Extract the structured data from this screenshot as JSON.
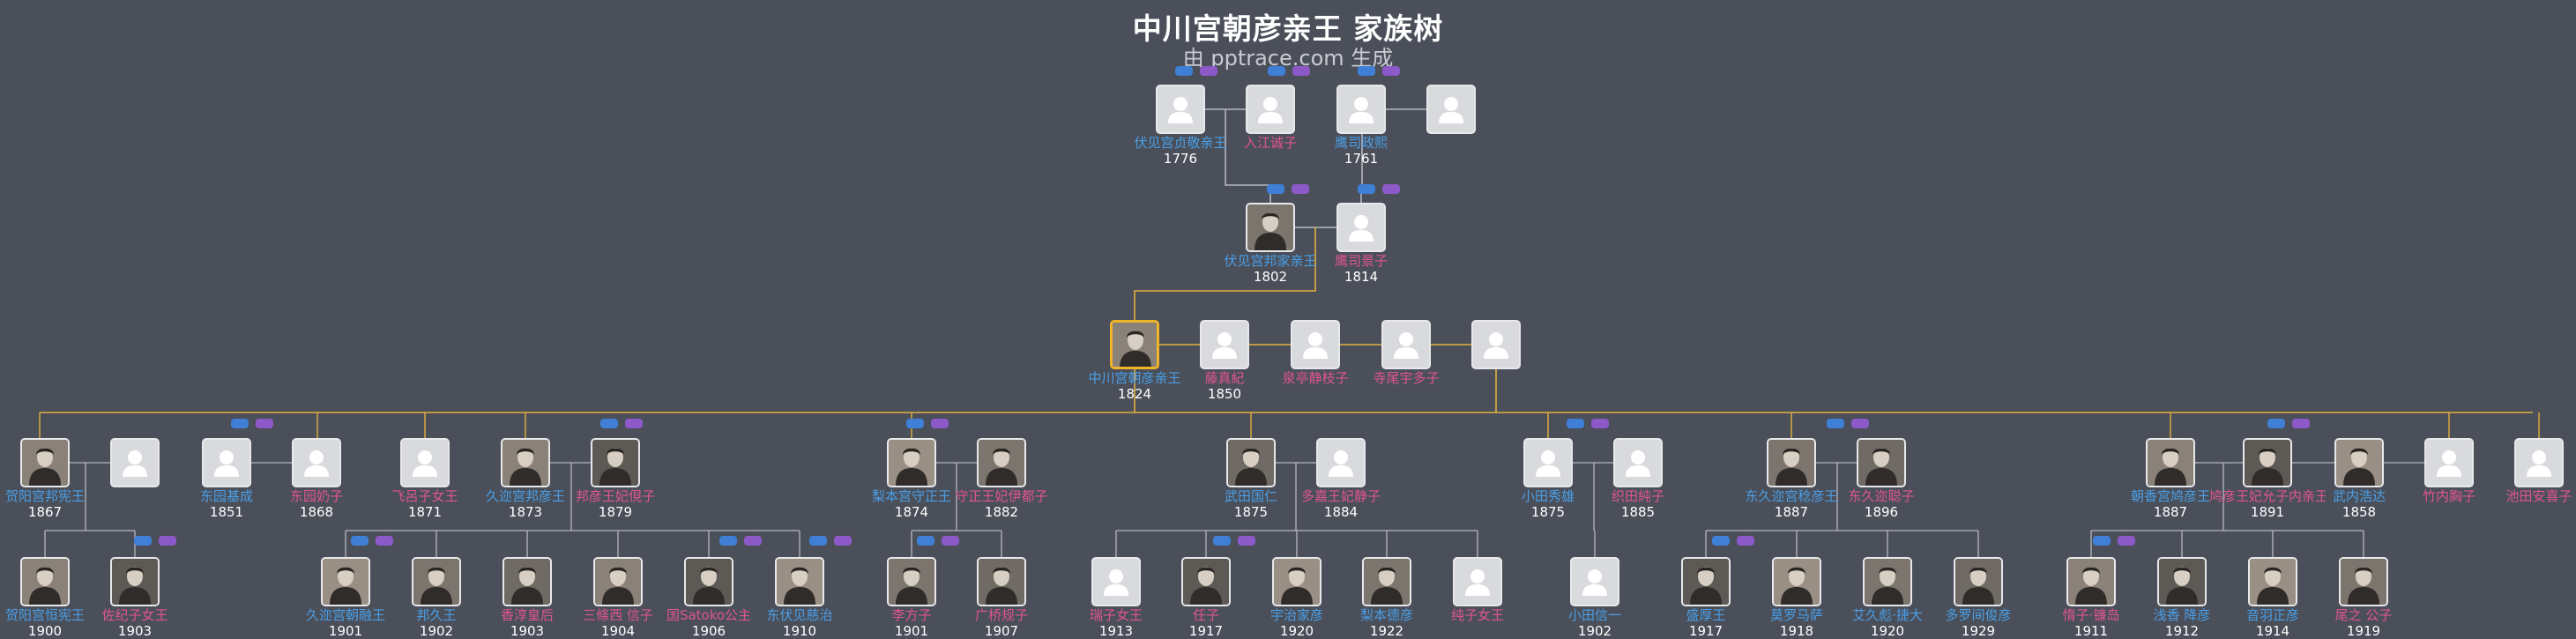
{
  "title": "中川宫朝彦亲王 家族树",
  "subtitle": "由 pptrace.com 生成",
  "colors": {
    "background": "#4a4f59",
    "male": "#4a9fe8",
    "female": "#e0558f",
    "line": "#e3b041",
    "focus_border": "#f0b429"
  },
  "people": [
    {
      "id": "p01",
      "name": "伏见宫贞敬亲王",
      "year": "1776",
      "sex": "m",
      "photo": false
    },
    {
      "id": "p02",
      "name": "入江诚子",
      "year": "",
      "sex": "f",
      "photo": false
    },
    {
      "id": "p03",
      "name": "鹰司政熙",
      "year": "1761",
      "sex": "m",
      "photo": false
    },
    {
      "id": "p04",
      "name": "",
      "year": "",
      "sex": "f",
      "photo": false
    },
    {
      "id": "p05",
      "name": "伏见宫邦家亲王",
      "year": "1802",
      "sex": "m",
      "photo": true
    },
    {
      "id": "p06",
      "name": "鹰司景子",
      "year": "1814",
      "sex": "f",
      "photo": false
    },
    {
      "id": "p07",
      "name": "中川宫朝彦亲王",
      "year": "1824",
      "sex": "m",
      "photo": true,
      "focus": true
    },
    {
      "id": "p08",
      "name": "藤真紀",
      "year": "1850",
      "sex": "f",
      "photo": false
    },
    {
      "id": "p09",
      "name": "泉亭静枝子",
      "year": "",
      "sex": "f",
      "photo": false
    },
    {
      "id": "p10",
      "name": "寺尾宇多子",
      "year": "",
      "sex": "f",
      "photo": false
    },
    {
      "id": "p11",
      "name": "",
      "year": "",
      "sex": "f",
      "photo": false
    },
    {
      "id": "p12",
      "name": "贺阳宫邦宪王",
      "year": "1867",
      "sex": "m",
      "photo": true
    },
    {
      "id": "p13",
      "name": "",
      "year": "",
      "sex": "f",
      "photo": false
    },
    {
      "id": "p14",
      "name": "东园基成",
      "year": "1851",
      "sex": "m",
      "photo": false
    },
    {
      "id": "p15",
      "name": "东园奶子",
      "year": "1868",
      "sex": "f",
      "photo": false
    },
    {
      "id": "p16",
      "name": "飞呂子女王",
      "year": "1871",
      "sex": "f",
      "photo": false
    },
    {
      "id": "p17",
      "name": "久迩宫邦彦王",
      "year": "1873",
      "sex": "m",
      "photo": true
    },
    {
      "id": "p18",
      "name": "邦彦王妃俔子",
      "year": "1879",
      "sex": "f",
      "photo": true
    },
    {
      "id": "p19",
      "name": "梨本宫守正王",
      "year": "1874",
      "sex": "m",
      "photo": true
    },
    {
      "id": "p20",
      "name": "守正王妃伊都子",
      "year": "1882",
      "sex": "f",
      "photo": true
    },
    {
      "id": "p21",
      "name": "武田国仁",
      "year": "1875",
      "sex": "m",
      "photo": true
    },
    {
      "id": "p22",
      "name": "多嘉王妃静子",
      "year": "1884",
      "sex": "f",
      "photo": false
    },
    {
      "id": "p23",
      "name": "小田秀雄",
      "year": "1875",
      "sex": "m",
      "photo": false
    },
    {
      "id": "p24",
      "name": "织田純子",
      "year": "1885",
      "sex": "f",
      "photo": false
    },
    {
      "id": "p25",
      "name": "东久迩宫稔彦王",
      "year": "1887",
      "sex": "m",
      "photo": true
    },
    {
      "id": "p26",
      "name": "东久迩聪子",
      "year": "1896",
      "sex": "f",
      "photo": true
    },
    {
      "id": "p27",
      "name": "朝香宫鸠彦王",
      "year": "1887",
      "sex": "m",
      "photo": true
    },
    {
      "id": "p28",
      "name": "鸠彦王妃允子内亲王",
      "year": "1891",
      "sex": "f",
      "photo": true
    },
    {
      "id": "p29",
      "name": "武内浩达",
      "year": "1858",
      "sex": "m",
      "photo": true
    },
    {
      "id": "p30",
      "name": "竹内胸子",
      "year": "",
      "sex": "f",
      "photo": false
    },
    {
      "id": "p31",
      "name": "池田安喜子",
      "year": "",
      "sex": "f",
      "photo": false
    },
    {
      "id": "p32",
      "name": "贺阳宫恒宪王",
      "year": "1900",
      "sex": "m",
      "photo": true
    },
    {
      "id": "p33",
      "name": "佐纪子女王",
      "year": "1903",
      "sex": "f",
      "photo": true
    },
    {
      "id": "p34",
      "name": "久迩宫朝融王",
      "year": "1901",
      "sex": "m",
      "photo": true
    },
    {
      "id": "p35",
      "name": "邦久王",
      "year": "1902",
      "sex": "m",
      "photo": true
    },
    {
      "id": "p36",
      "name": "香淳皇后",
      "year": "1903",
      "sex": "f",
      "photo": true
    },
    {
      "id": "p37",
      "name": "三條西 信子",
      "year": "1904",
      "sex": "f",
      "photo": true
    },
    {
      "id": "p38",
      "name": "国Satoko公主",
      "year": "1906",
      "sex": "f",
      "photo": true
    },
    {
      "id": "p39",
      "name": "东伏见慈治",
      "year": "1910",
      "sex": "m",
      "photo": true
    },
    {
      "id": "p40",
      "name": "李方子",
      "year": "1901",
      "sex": "f",
      "photo": true
    },
    {
      "id": "p41",
      "name": "广桥规子",
      "year": "1907",
      "sex": "f",
      "photo": true
    },
    {
      "id": "p42",
      "name": "瑞子女王",
      "year": "1913",
      "sex": "f",
      "photo": false
    },
    {
      "id": "p43",
      "name": "任子",
      "year": "1917",
      "sex": "f",
      "photo": true
    },
    {
      "id": "p44",
      "name": "宇治家彦",
      "year": "1920",
      "sex": "m",
      "photo": true
    },
    {
      "id": "p45",
      "name": "梨本德彦",
      "year": "1922",
      "sex": "m",
      "photo": true
    },
    {
      "id": "p46",
      "name": "纯子女王",
      "year": "",
      "sex": "f",
      "photo": false
    },
    {
      "id": "p47",
      "name": "小田信一",
      "year": "1902",
      "sex": "m",
      "photo": false
    },
    {
      "id": "p48",
      "name": "盛厚王",
      "year": "1917",
      "sex": "m",
      "photo": true
    },
    {
      "id": "p49",
      "name": "莫罗马萨",
      "year": "1918",
      "sex": "m",
      "photo": true
    },
    {
      "id": "p50",
      "name": "艾久彪·捷大",
      "year": "1920",
      "sex": "m",
      "photo": true
    },
    {
      "id": "p51",
      "name": "多罗间俊彦",
      "year": "1929",
      "sex": "m",
      "photo": true
    },
    {
      "id": "p52",
      "name": "惰子·镰岛",
      "year": "1911",
      "sex": "f",
      "photo": true
    },
    {
      "id": "p53",
      "name": "浅香 降彦",
      "year": "1912",
      "sex": "m",
      "photo": true
    },
    {
      "id": "p54",
      "name": "音羽正彦",
      "year": "1914",
      "sex": "m",
      "photo": true
    },
    {
      "id": "p55",
      "name": "尾之 公子",
      "year": "1919",
      "sex": "f",
      "photo": true
    }
  ]
}
